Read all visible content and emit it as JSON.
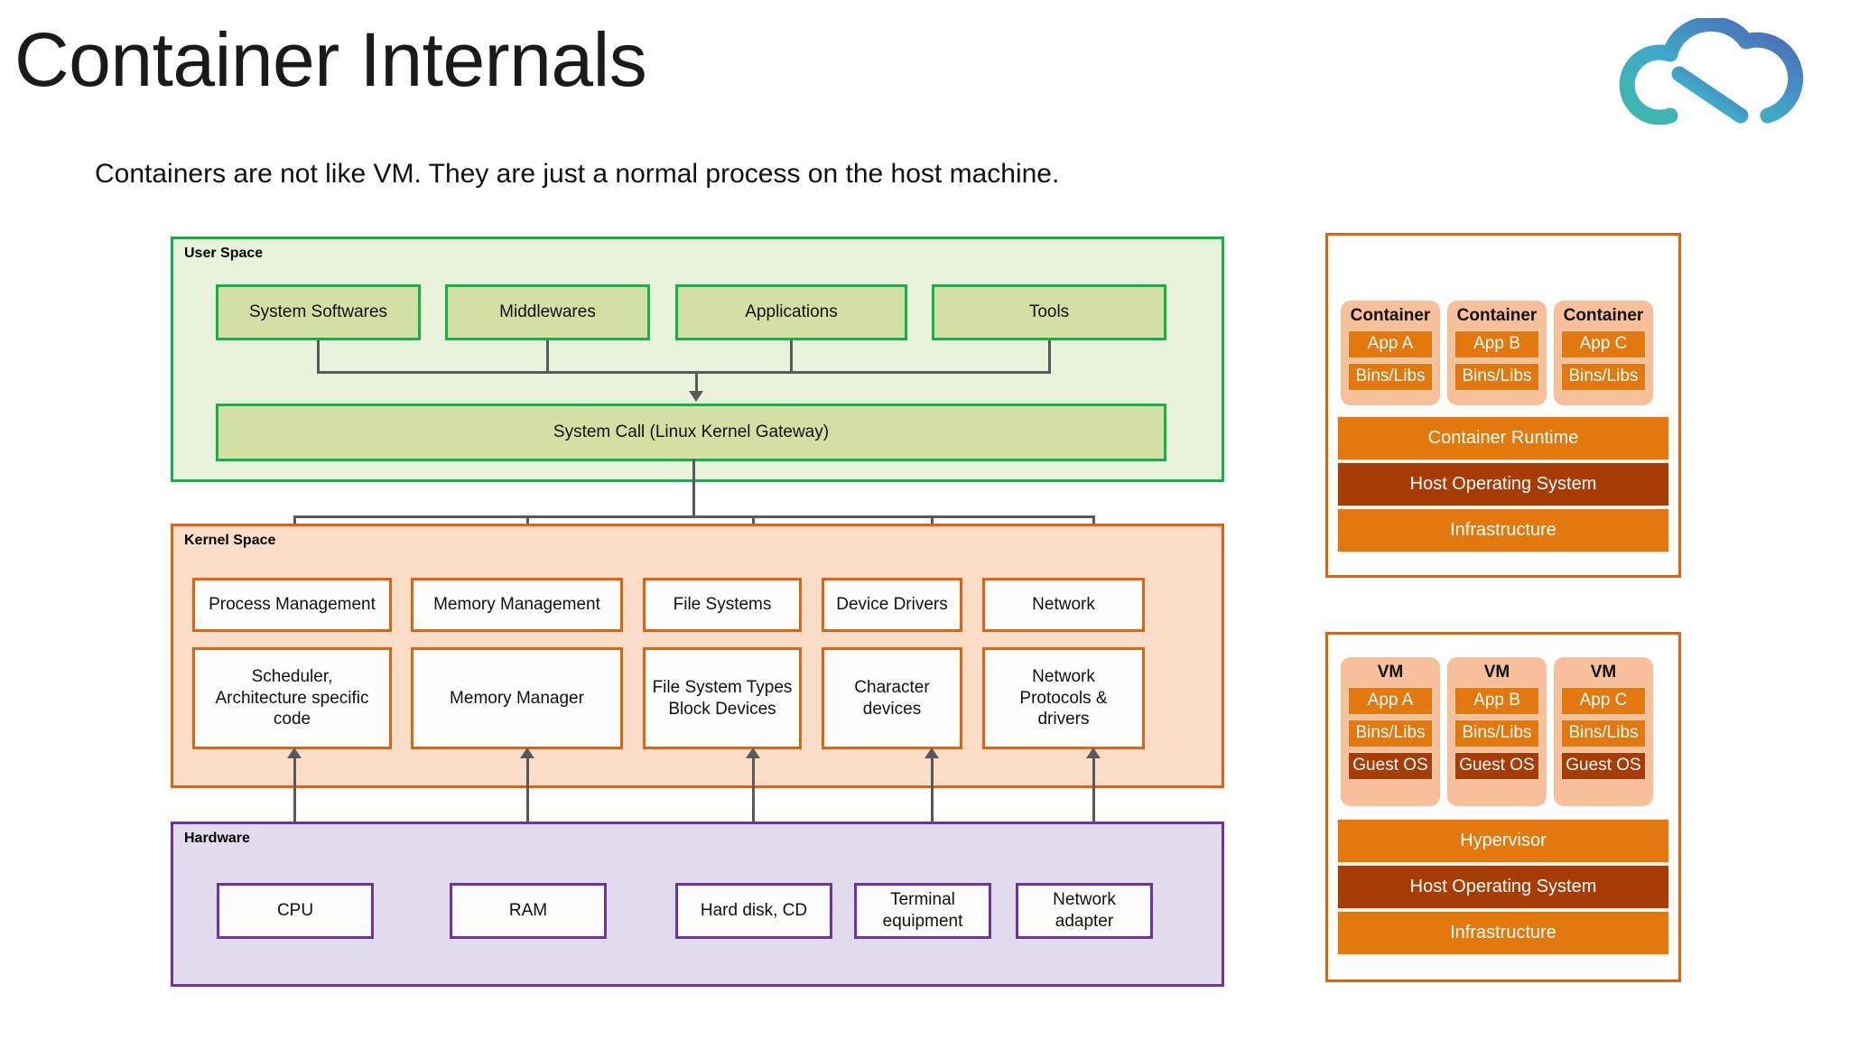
{
  "header": {
    "title": "Container Internals",
    "subtitle": "Containers are not like VM. They are just a normal process on the host machine.",
    "logo_name": "cloud-n-logo"
  },
  "colors": {
    "green_border": "#14b14b",
    "green_fill": "#d3e0a3",
    "green_panel": "#e9f2da",
    "orange_border": "#e2620f",
    "orange_panel": "#fbddc8",
    "purple_border": "#7230a0",
    "purple_panel": "#e0dced",
    "stack_orange": "#e2780e",
    "stack_dark_orange": "#a83c06",
    "pod_fill": "#f7c09a",
    "connector": "#595959"
  },
  "diagram": {
    "user_space": {
      "label": "User Space",
      "top_boxes": [
        "System Softwares",
        "Middlewares",
        "Applications",
        "Tools"
      ],
      "syscall": "System Call (Linux Kernel Gateway)"
    },
    "kernel_space": {
      "label": "Kernel Space",
      "row1": [
        "Process Management",
        "Memory Management",
        "File Systems",
        "Device Drivers",
        "Network"
      ],
      "row2": [
        "Scheduler,\nArchitecture specific\ncode",
        "Memory Manager",
        "File System Types\nBlock Devices",
        "Character\ndevices",
        "Network\nProtocols &\ndrivers"
      ]
    },
    "hardware": {
      "label": "Hardware",
      "boxes": [
        "CPU",
        "RAM",
        "Hard disk, CD",
        "Terminal\nequipment",
        "Network\nadapter"
      ]
    }
  },
  "container_stack": {
    "pods": [
      {
        "title": "Container",
        "chips": [
          "App A",
          "Bins/Libs"
        ]
      },
      {
        "title": "Container",
        "chips": [
          "App B",
          "Bins/Libs"
        ]
      },
      {
        "title": "Container",
        "chips": [
          "App C",
          "Bins/Libs"
        ]
      }
    ],
    "layers": [
      "Container Runtime",
      "Host Operating System",
      "Infrastructure"
    ]
  },
  "vm_stack": {
    "pods": [
      {
        "title": "VM",
        "chips": [
          "App A",
          "Bins/Libs",
          "Guest OS"
        ]
      },
      {
        "title": "VM",
        "chips": [
          "App B",
          "Bins/Libs",
          "Guest OS"
        ]
      },
      {
        "title": "VM",
        "chips": [
          "App C",
          "Bins/Libs",
          "Guest OS"
        ]
      }
    ],
    "layers": [
      "Hypervisor",
      "Host Operating System",
      "Infrastructure"
    ]
  }
}
